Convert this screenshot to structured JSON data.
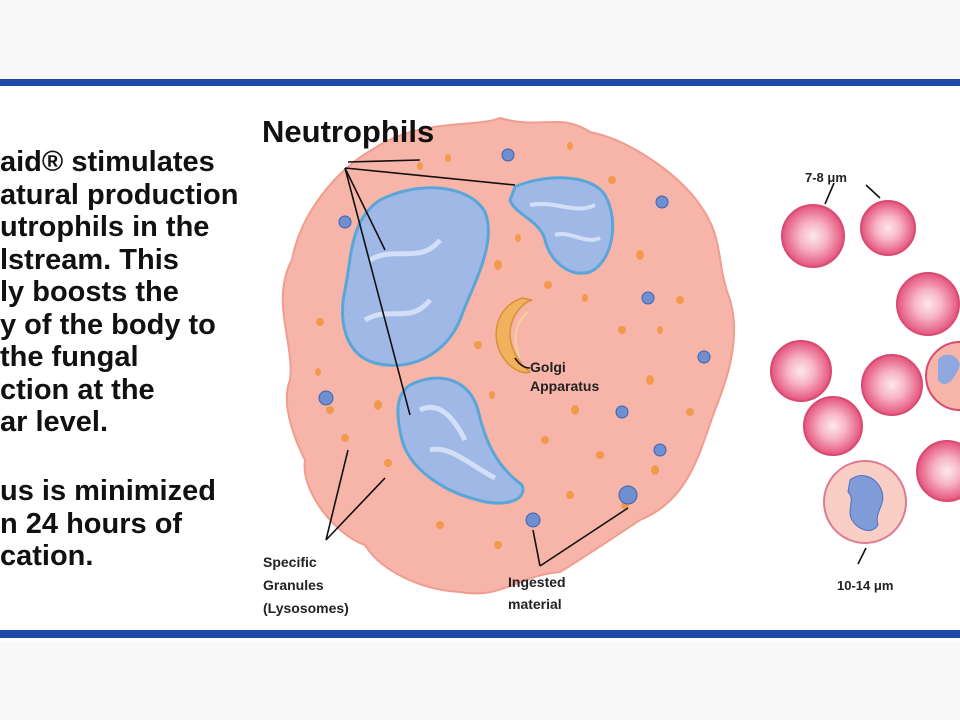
{
  "text_block": {
    "paragraph_1": [
      "aid® stimulates",
      "atural production",
      "utrophils in the",
      "lstream. This",
      "ly boosts the",
      "y of the body to",
      "the fungal",
      "ction at the",
      "ar level."
    ],
    "paragraph_2": [
      "us is minimized",
      "n 24 hours of",
      "cation."
    ]
  },
  "diagram": {
    "title": "Neutrophils",
    "golgi_label": [
      "Golgi",
      "Apparatus"
    ],
    "granules_label": [
      "Specific",
      "Granules",
      "(Lysosomes)"
    ],
    "ingested_label": [
      "Ingested",
      "material"
    ],
    "small_size_label": "7-8 μm",
    "large_size_label": "10-14 μm"
  },
  "colors": {
    "accent_rule": "#1d49a8",
    "cell_fill": "#f7b5a9",
    "nucleus_fill": "#9fb8e6",
    "nucleus_outline": "#5aa6d8",
    "granule": "#f29a4c",
    "rbc_outer": "#e4537a",
    "rbc_inner": "#fbd3dc"
  }
}
